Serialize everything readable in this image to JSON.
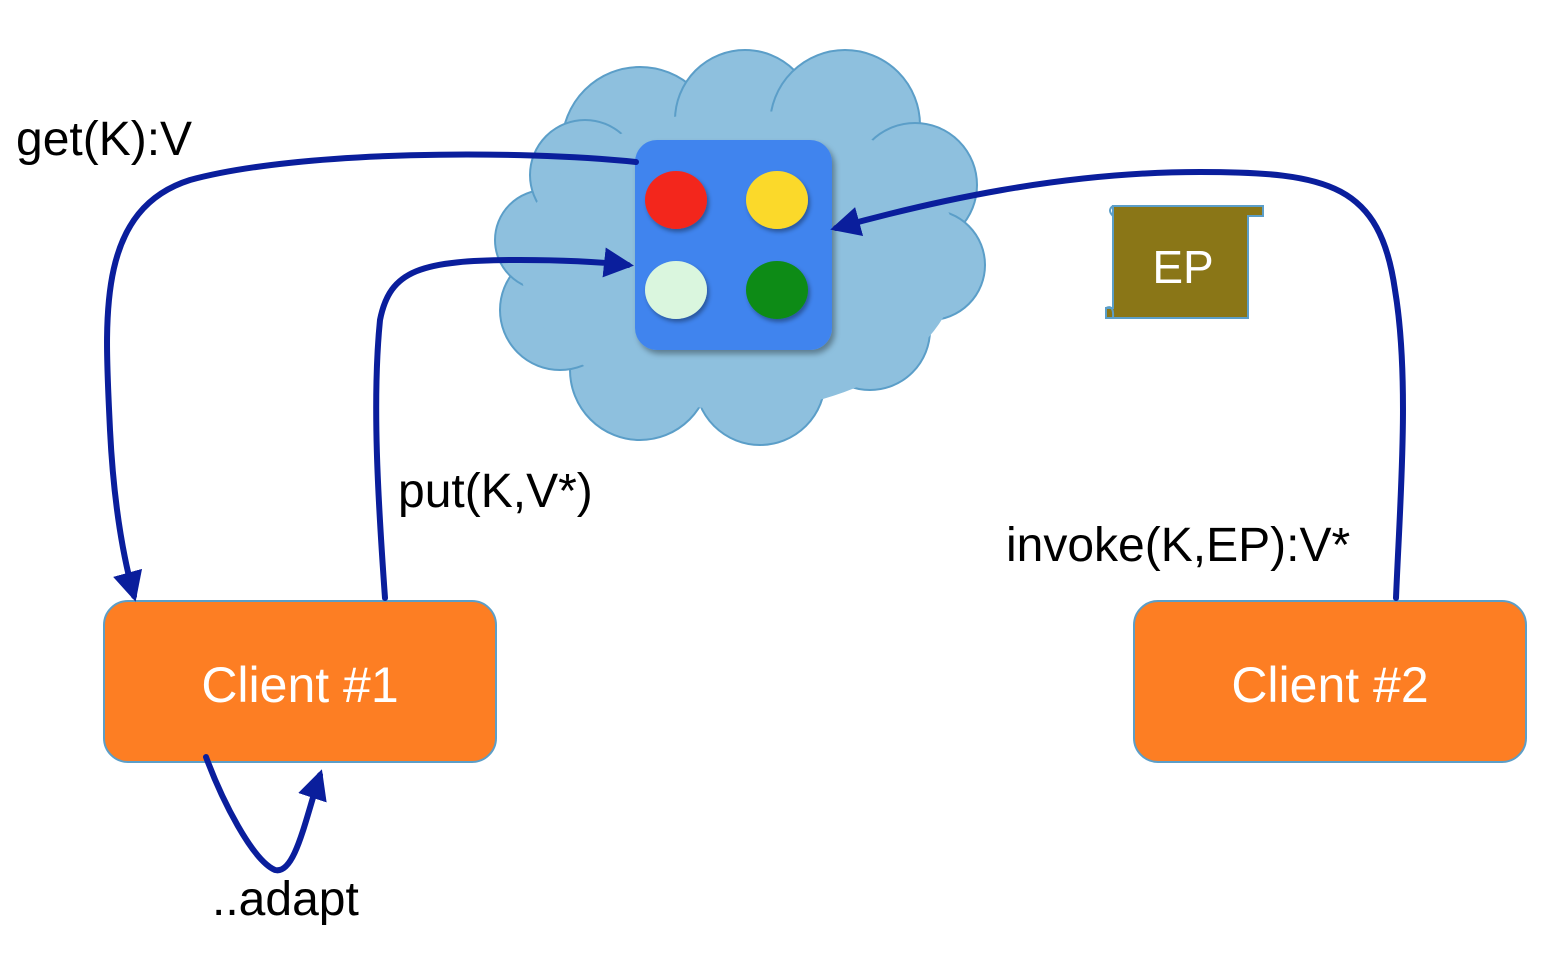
{
  "labels": {
    "get": "get(K):V",
    "put": "put(K,V*)",
    "invoke": "invoke(K,EP):V*",
    "adapt": "..adapt"
  },
  "clients": [
    {
      "label": "Client #1"
    },
    {
      "label": "Client #2"
    }
  ],
  "scroll": {
    "label": "EP"
  },
  "grid": {
    "dots": [
      "red",
      "yellow",
      "light-green",
      "dark-green"
    ]
  },
  "colors": {
    "arrow": "#0a1e9c",
    "client_fill": "#fd7e23",
    "cloud_fill": "#8ec0de",
    "cloud_stroke": "#5b9ec8",
    "grid_fill": "#3f84ee",
    "scroll_fill": "#8a7617",
    "dot_red": "#f3281c",
    "dot_yellow": "#fbd92b",
    "dot_light_green": "#daf6de",
    "dot_dark_green": "#0a8b19"
  }
}
